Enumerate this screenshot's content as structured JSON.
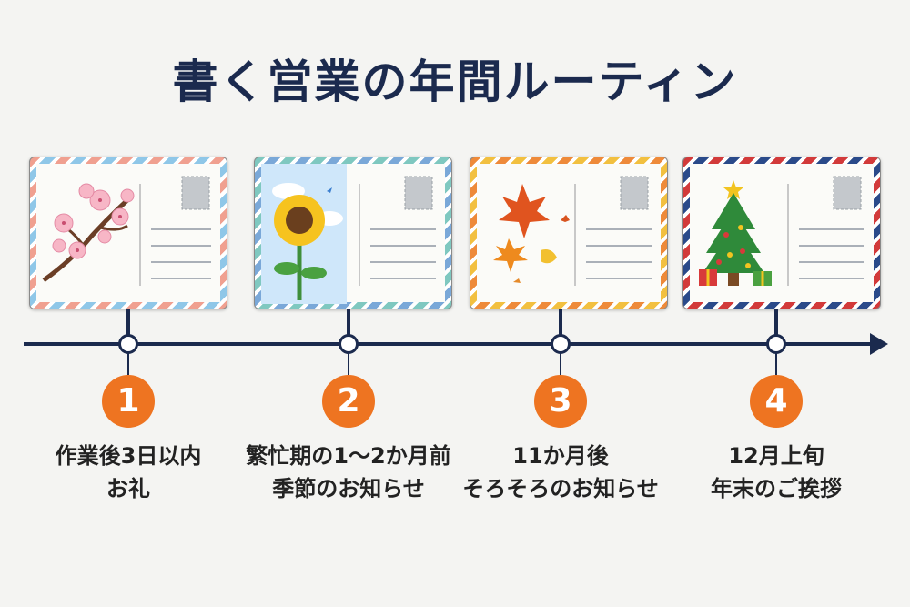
{
  "title": "書く営業の年間ルーティン",
  "steps": [
    {
      "number": "1",
      "line1": "作業後3日以内",
      "line2": "お礼",
      "season": "spring",
      "illustration": "cherry-blossom-icon"
    },
    {
      "number": "2",
      "line1": "繁忙期の1～2か月前",
      "line2": "季節のお知らせ",
      "season": "summer",
      "illustration": "sunflower-icon"
    },
    {
      "number": "3",
      "line1": "11か月後",
      "line2": "そろそろのお知らせ",
      "season": "autumn",
      "illustration": "maple-leaf-icon"
    },
    {
      "number": "4",
      "line1": "12月上旬",
      "line2": "年末のご挨拶",
      "season": "winter",
      "illustration": "christmas-tree-icon"
    }
  ],
  "colors": {
    "navy": "#1b2a4e",
    "badge": "#ee7421",
    "border_spring": [
      "#f0a090",
      "#8fc7e8"
    ],
    "border_summer": [
      "#7fc8c0",
      "#7aa8d8"
    ],
    "border_autumn": [
      "#ee8a3a",
      "#f2c040"
    ],
    "border_winter": [
      "#d23a3a",
      "#2a4a8a"
    ]
  }
}
